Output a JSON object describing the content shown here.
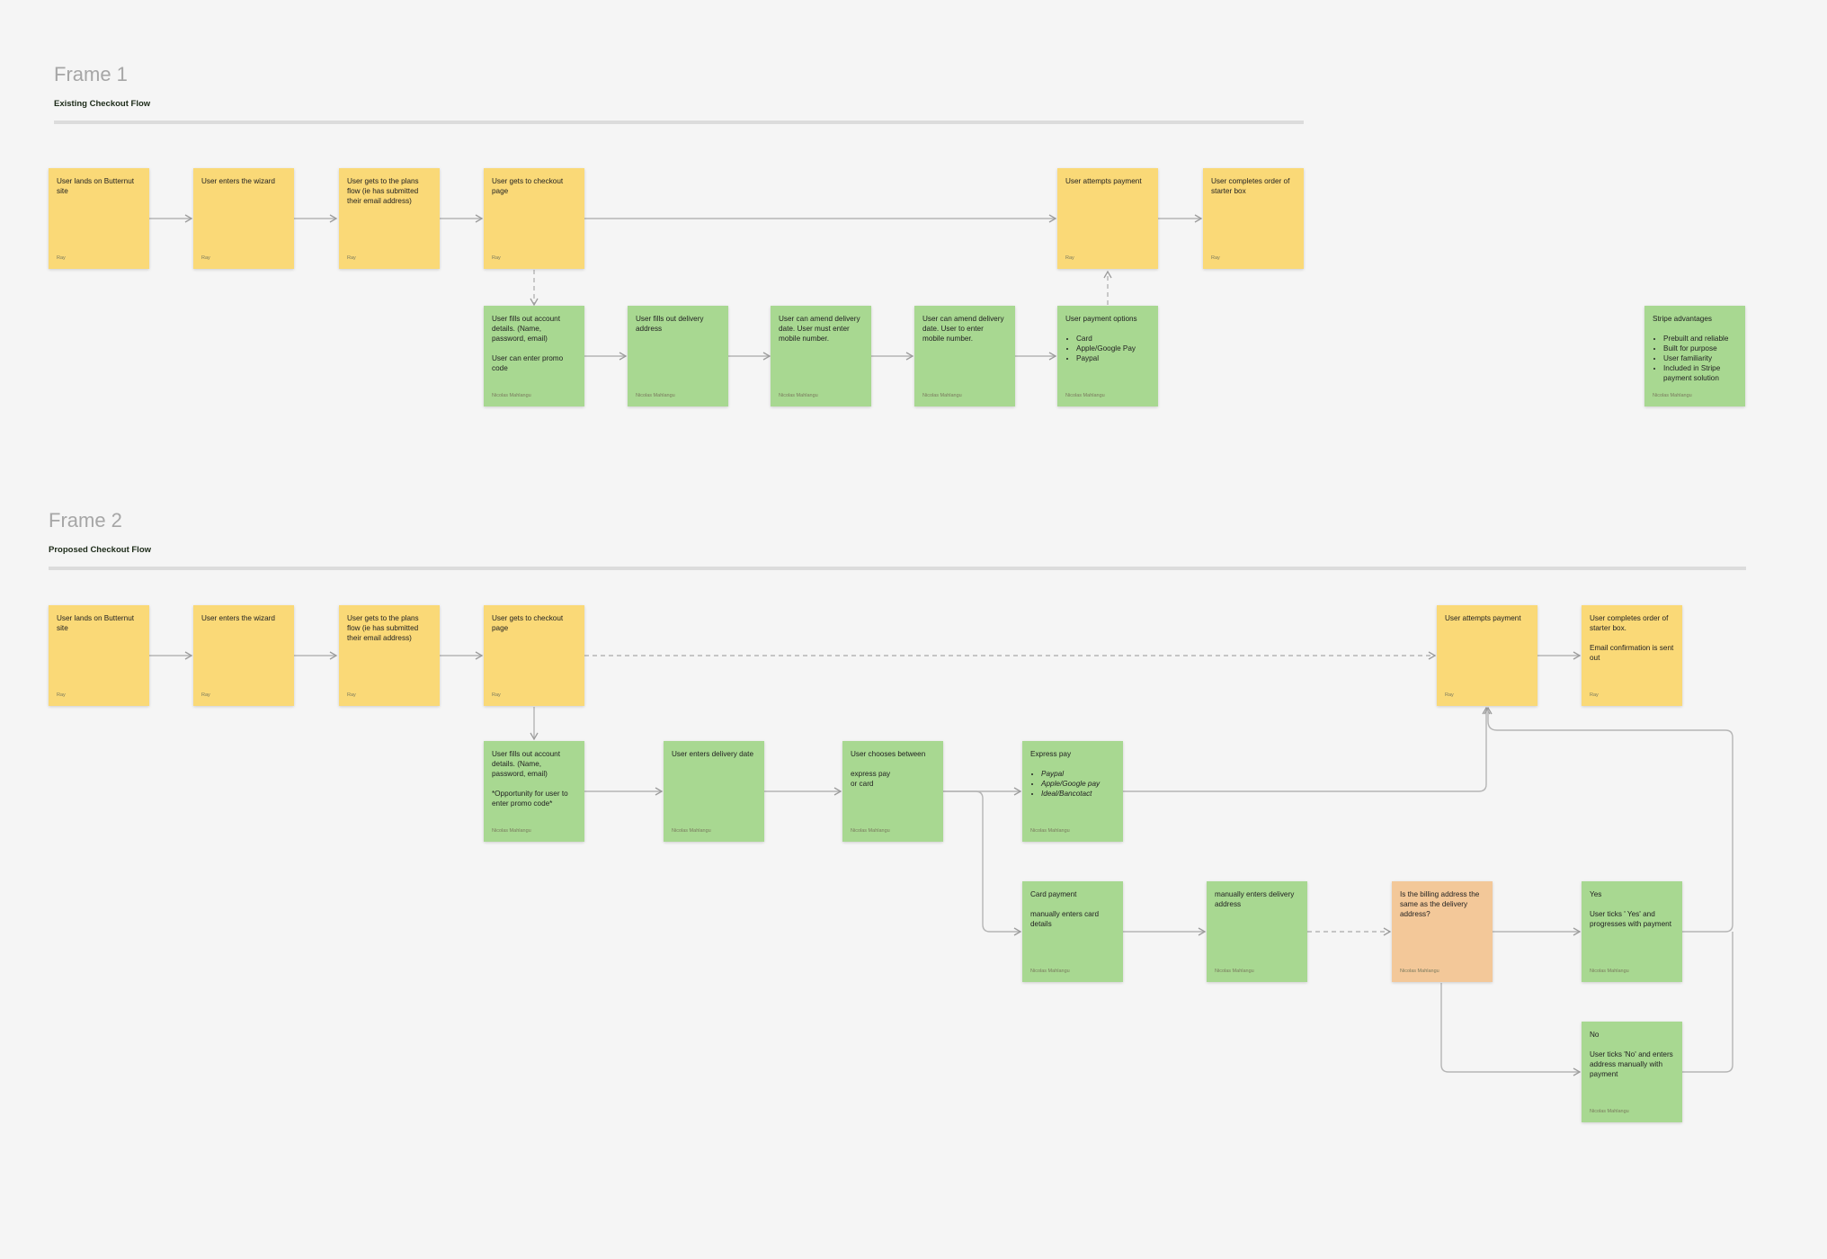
{
  "frames": [
    {
      "title": "Frame 1",
      "subtitle": "Existing Checkout Flow"
    },
    {
      "title": "Frame 2",
      "subtitle": "Proposed Checkout Flow"
    }
  ],
  "stickies": {
    "f1_lands": {
      "color": "#fad977",
      "paragraphs": [
        "User lands on Butternut site"
      ],
      "author": "Ray"
    },
    "f1_wizard": {
      "color": "#fad977",
      "paragraphs": [
        "User enters the wizard"
      ],
      "author": "Ray"
    },
    "f1_plans": {
      "color": "#fad977",
      "paragraphs": [
        "User gets to the plans flow (ie has submitted their email address)"
      ],
      "author": "Ray"
    },
    "f1_checkout": {
      "color": "#fad977",
      "paragraphs": [
        "User gets to checkout page"
      ],
      "author": "Ray"
    },
    "f1_attempts": {
      "color": "#fad977",
      "paragraphs": [
        "User attempts payment"
      ],
      "author": "Ray"
    },
    "f1_completes": {
      "color": "#fad977",
      "paragraphs": [
        "User completes order of starter box"
      ],
      "author": "Ray"
    },
    "f1_account": {
      "color": "#a8d891",
      "paragraphs": [
        "User fills out account details. (Name, password, email)",
        "User can enter promo code"
      ],
      "author": "Nicolas Mahlangu"
    },
    "f1_delivery": {
      "color": "#a8d891",
      "paragraphs": [
        "User fills out delivery address"
      ],
      "author": "Nicolas Mahlangu"
    },
    "f1_amend1": {
      "color": "#a8d891",
      "paragraphs": [
        "User can amend delivery date. User must enter mobile number."
      ],
      "author": "Nicolas Mahlangu"
    },
    "f1_amend2": {
      "color": "#a8d891",
      "paragraphs": [
        "User can amend delivery date. User to enter mobile number."
      ],
      "author": "Nicolas Mahlangu"
    },
    "f1_payopts": {
      "color": "#a8d891",
      "paragraphs": [
        "User payment options"
      ],
      "bullets": [
        "Card",
        "Apple/Google Pay",
        "Paypal"
      ],
      "author": "Nicolas Mahlangu"
    },
    "f1_stripe": {
      "color": "#a8d891",
      "paragraphs": [
        "Stripe advantages"
      ],
      "bullets": [
        "Prebuilt and reliable",
        "Built for purpose",
        "User familiarity",
        "Included in Stripe payment solution"
      ],
      "author": "Nicolas Mahlangu"
    },
    "f2_lands": {
      "color": "#fad977",
      "paragraphs": [
        "User lands on Butternut site"
      ],
      "author": "Ray"
    },
    "f2_wizard": {
      "color": "#fad977",
      "paragraphs": [
        "User enters the wizard"
      ],
      "author": "Ray"
    },
    "f2_plans": {
      "color": "#fad977",
      "paragraphs": [
        "User gets to the plans flow (ie has submitted their email address)"
      ],
      "author": "Ray"
    },
    "f2_checkout": {
      "color": "#fad977",
      "paragraphs": [
        "User gets to checkout page"
      ],
      "author": "Ray"
    },
    "f2_attempts": {
      "color": "#fad977",
      "paragraphs": [
        "User attempts payment"
      ],
      "author": "Ray"
    },
    "f2_completes": {
      "color": "#fad977",
      "paragraphs": [
        "User completes order of starter box.",
        "Email confirmation is sent out"
      ],
      "author": "Ray"
    },
    "f2_account": {
      "color": "#a8d891",
      "paragraphs": [
        "User fills out account details. (Name, password, email)",
        "*Opportunity for user to enter promo code*"
      ],
      "author": "Nicolas Mahlangu"
    },
    "f2_deldate": {
      "color": "#a8d891",
      "paragraphs": [
        "User enters delivery date"
      ],
      "author": "Nicolas Mahlangu"
    },
    "f2_chooses": {
      "color": "#a8d891",
      "paragraphs": [
        "User chooses between",
        "express pay\nor card"
      ],
      "author": "Nicolas Mahlangu"
    },
    "f2_express": {
      "color": "#a8d891",
      "paragraphs": [
        "Express pay"
      ],
      "bullets": [
        "Paypal",
        "Apple/Google pay",
        "Ideal/Bancotact"
      ],
      "bullets_italic": true,
      "author": "Nicolas Mahlangu"
    },
    "f2_card": {
      "color": "#a8d891",
      "paragraphs": [
        "Card payment",
        "manually enters card details"
      ],
      "author": "Nicolas Mahlangu"
    },
    "f2_manual": {
      "color": "#a8d891",
      "paragraphs": [
        "manually enters delivery address"
      ],
      "author": "Nicolas Mahlangu"
    },
    "f2_billing": {
      "color": "#f3c899",
      "paragraphs": [
        "Is the billing address the same as the delivery address?"
      ],
      "author": "Nicolas Mahlangu"
    },
    "f2_yes": {
      "color": "#a8d891",
      "paragraphs": [
        "Yes",
        "User ticks ' Yes' and progresses with payment"
      ],
      "author": "Nicolas Mahlangu"
    },
    "f2_no": {
      "color": "#a8d891",
      "paragraphs": [
        "No",
        "User ticks 'No' and enters address manually with payment"
      ],
      "author": "Nicolas Mahlangu"
    }
  },
  "connectors": [
    {
      "from": "f1_lands",
      "to": "f1_wizard",
      "style": "solid"
    },
    {
      "from": "f1_wizard",
      "to": "f1_plans",
      "style": "solid"
    },
    {
      "from": "f1_plans",
      "to": "f1_checkout",
      "style": "solid"
    },
    {
      "from": "f1_checkout",
      "to": "f1_attempts",
      "style": "solid"
    },
    {
      "from": "f1_attempts",
      "to": "f1_completes",
      "style": "solid"
    },
    {
      "from": "f1_checkout",
      "to": "f1_account",
      "style": "dashed"
    },
    {
      "from": "f1_account",
      "to": "f1_delivery",
      "style": "solid"
    },
    {
      "from": "f1_delivery",
      "to": "f1_amend1",
      "style": "solid"
    },
    {
      "from": "f1_amend1",
      "to": "f1_amend2",
      "style": "solid"
    },
    {
      "from": "f1_amend2",
      "to": "f1_payopts",
      "style": "solid"
    },
    {
      "from": "f1_payopts",
      "to": "f1_attempts",
      "style": "dashed"
    },
    {
      "from": "f2_lands",
      "to": "f2_wizard",
      "style": "solid"
    },
    {
      "from": "f2_wizard",
      "to": "f2_plans",
      "style": "solid"
    },
    {
      "from": "f2_plans",
      "to": "f2_checkout",
      "style": "solid"
    },
    {
      "from": "f2_checkout",
      "to": "f2_attempts",
      "style": "dashed"
    },
    {
      "from": "f2_attempts",
      "to": "f2_completes",
      "style": "solid"
    },
    {
      "from": "f2_checkout",
      "to": "f2_account",
      "style": "solid"
    },
    {
      "from": "f2_account",
      "to": "f2_deldate",
      "style": "solid"
    },
    {
      "from": "f2_deldate",
      "to": "f2_chooses",
      "style": "solid"
    },
    {
      "from": "f2_chooses",
      "to": "f2_express",
      "style": "solid"
    },
    {
      "from": "f2_chooses",
      "to": "f2_card",
      "style": "solid"
    },
    {
      "from": "f2_express",
      "to": "f2_attempts",
      "style": "solid"
    },
    {
      "from": "f2_card",
      "to": "f2_manual",
      "style": "solid"
    },
    {
      "from": "f2_manual",
      "to": "f2_billing",
      "style": "dashed"
    },
    {
      "from": "f2_billing",
      "to": "f2_yes",
      "style": "solid"
    },
    {
      "from": "f2_billing",
      "to": "f2_no",
      "style": "solid"
    },
    {
      "from": "f2_yes",
      "to": "f2_attempts",
      "style": "solid"
    },
    {
      "from": "f2_no",
      "to": "f2_attempts",
      "style": "solid"
    }
  ]
}
